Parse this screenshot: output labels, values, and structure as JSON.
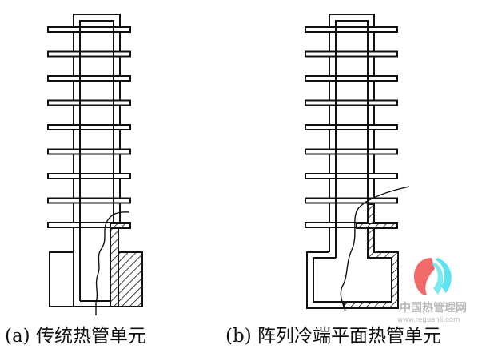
{
  "captions": {
    "a": "(a)  传统热管单元",
    "b": "(b)  阵列冷端平面热管单元"
  },
  "watermark": {
    "name": "中国热管理网",
    "url": "www.reguanli.com",
    "colors": {
      "left": "#f26b6b",
      "right": "#5fe3f0"
    }
  },
  "fin_count": 9
}
